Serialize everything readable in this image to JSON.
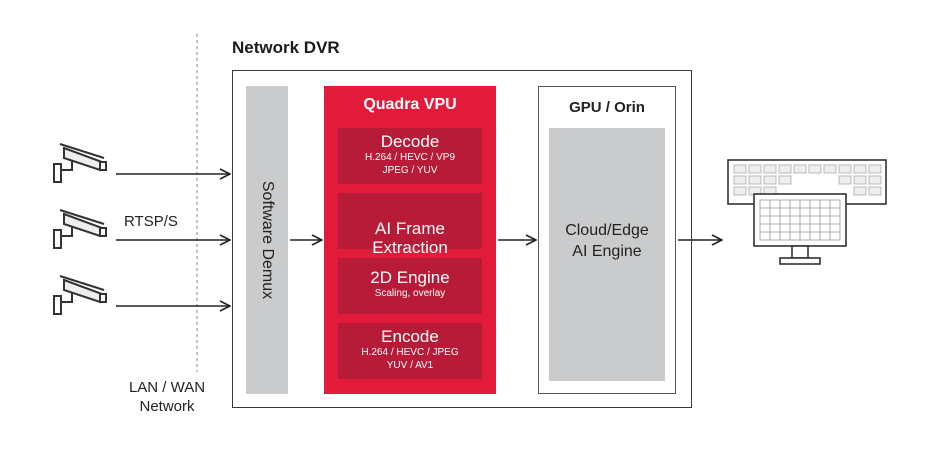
{
  "title": "Network DVR",
  "network_label": "LAN / WAN\nNetwork",
  "protocol_label": "RTSP/S",
  "demux": {
    "label": "Software Demux"
  },
  "vpu": {
    "title": "Quadra VPU",
    "blocks": [
      {
        "title": "Decode",
        "lines": [
          "H.264 / HEVC / VP9",
          "JPEG / YUV"
        ]
      },
      {
        "title": "AI Frame\nExtraction",
        "lines": []
      },
      {
        "title": "2D Engine",
        "lines": [
          "Scaling, overlay"
        ]
      },
      {
        "title": "Encode",
        "lines": [
          "H.264 / HEVC / JPEG",
          "YUV / AV1"
        ]
      }
    ]
  },
  "gpu": {
    "title": "GPU / Orin",
    "engine": "Cloud/Edge\nAI Engine"
  },
  "inputs": {
    "count": 3,
    "icon": "security-camera-icon"
  },
  "output": {
    "icon": "monitor-display-icon"
  },
  "colors": {
    "vpu": "#e31b3b",
    "vpu_block": "#b81b37",
    "gray_block": "#c9cbcc",
    "line": "#222222"
  }
}
